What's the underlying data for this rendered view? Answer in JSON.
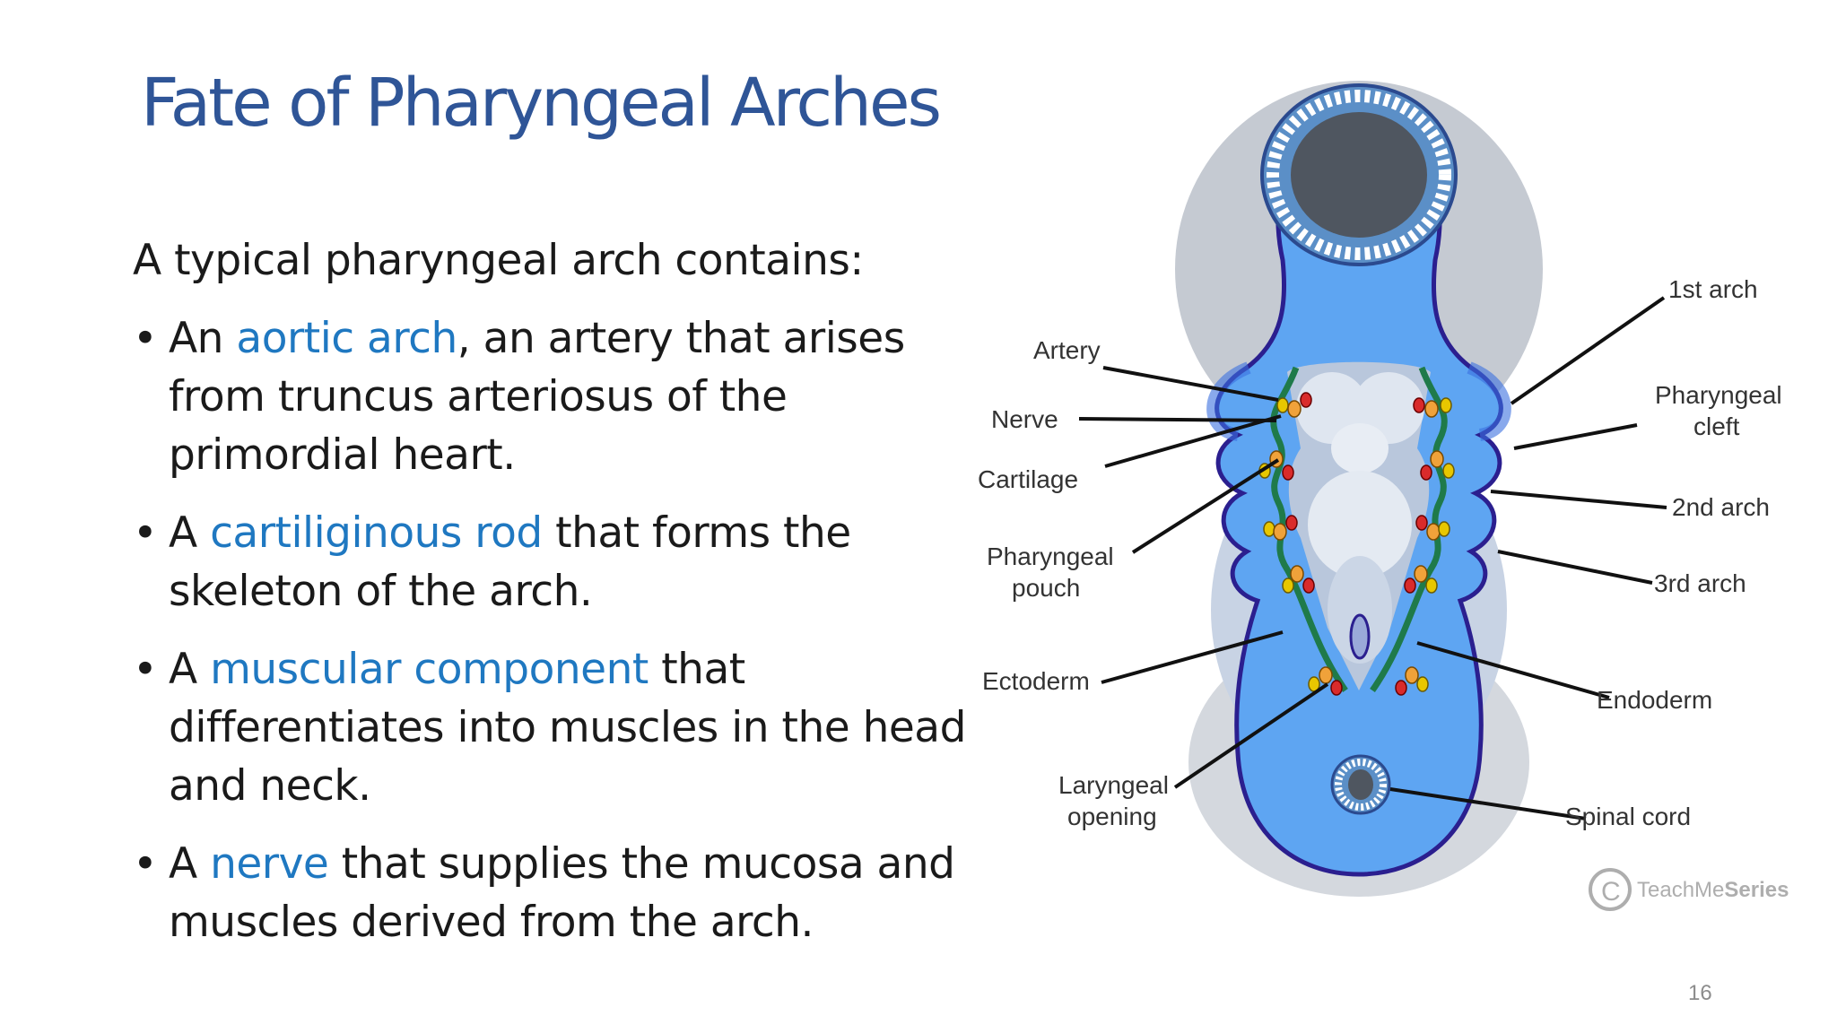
{
  "slide": {
    "title": "Fate of Pharyngeal Arches",
    "intro": "A typical pharyngeal arch contains:",
    "bullets": [
      {
        "before": "An ",
        "highlight": "aortic arch",
        "after": ", an artery that arises from truncus arteriosus of the primordial heart."
      },
      {
        "before": "A ",
        "highlight": "cartiliginous rod",
        "after": " that forms the skeleton of the arch."
      },
      {
        "before": "A ",
        "highlight": "muscular component",
        "after": " that differentiates into muscles in the head and neck."
      },
      {
        "before": "A ",
        "highlight": "nerve",
        "after": " that supplies the mucosa and muscles derived from the arch."
      }
    ],
    "page_number": "16"
  },
  "figure": {
    "labels_left": {
      "artery": "Artery",
      "nerve": "Nerve",
      "cartilage": "Cartilage",
      "pharyngeal_pouch_1": "Pharyngeal",
      "pharyngeal_pouch_2": "pouch",
      "ectoderm": "Ectoderm",
      "laryngeal_1": "Laryngeal",
      "laryngeal_2": "opening"
    },
    "labels_right": {
      "first_arch": "1st arch",
      "pharyngeal_cleft_1": "Pharyngeal",
      "pharyngeal_cleft_2": "cleft",
      "second_arch": "2nd arch",
      "third_arch": "3rd arch",
      "endoderm": "Endoderm",
      "spinal_cord": "Spinal cord"
    },
    "watermark": {
      "brand_a": "TeachMe",
      "brand_b": "Series"
    },
    "colors": {
      "mesoderm": "#5ea5f2",
      "outline": "#2b1f8f",
      "endoderm": "#1f7a4a",
      "artery": "#d92b2b",
      "nerve": "#e8c700",
      "cartilage": "#f0a23a",
      "grey_tissue": "#c8cdd4"
    }
  }
}
